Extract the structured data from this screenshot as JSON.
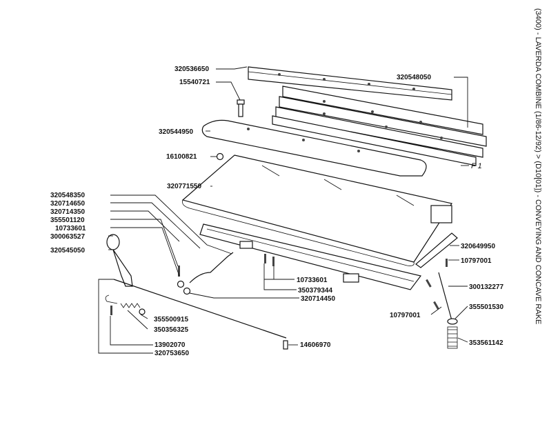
{
  "title": "(3400) - LAVERDA COMBINE (1/86-12/92) > (D10[01]) - CONVEYING AND CONCAVE RAKE",
  "figure_ref": "F 1",
  "parts": [
    "320536650",
    "320548050",
    "15540721",
    "320544950",
    "16100821",
    "320771550",
    "320548350",
    "320714650",
    "320714350",
    "355501120",
    "10733601",
    "300063527",
    "320545050",
    "320649950",
    "10797001",
    "10733601",
    "350379344",
    "320714450",
    "300132277",
    "10797001",
    "355501530",
    "355500915",
    "350356325",
    "353561142",
    "13902070",
    "14606970",
    "320753650"
  ]
}
